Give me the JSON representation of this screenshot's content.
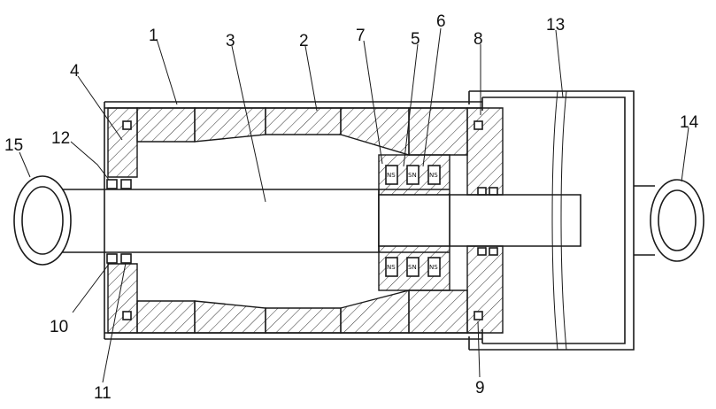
{
  "labels": {
    "l1": "1",
    "l2": "2",
    "l3": "3",
    "l4": "4",
    "l5": "5",
    "l6": "6",
    "l7": "7",
    "l8": "8",
    "l9": "9",
    "l10": "10",
    "l11": "11",
    "l12": "12",
    "l13": "13",
    "l14": "14",
    "l15": "15"
  },
  "magnets": {
    "top": [
      "NS",
      "SN",
      "NS"
    ],
    "bottom": [
      "NS",
      "SN",
      "NS"
    ]
  }
}
